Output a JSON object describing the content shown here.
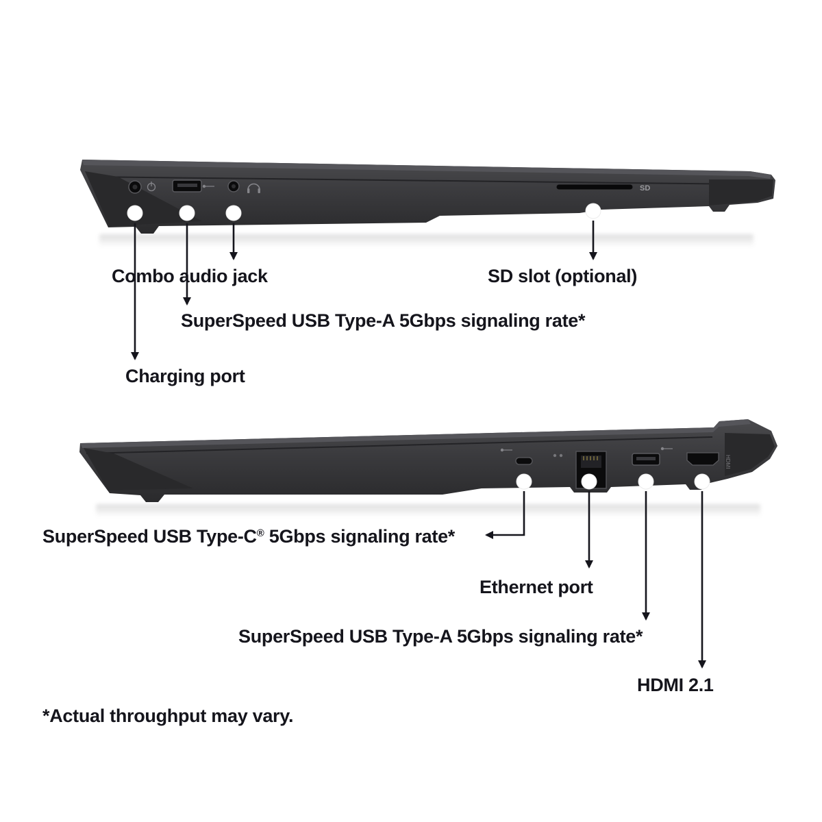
{
  "colors": {
    "text": "#15151c",
    "arrow": "#15151c",
    "laptop_light": "#4a4a4d",
    "laptop_mid": "#3a3a3d",
    "laptop_dark": "#2a2a2c",
    "port_black": "#0b0b0c",
    "dot": "#ffffff"
  },
  "views": {
    "left_side": {
      "callouts": [
        {
          "id": "combo-audio-jack",
          "label": "Combo audio jack"
        },
        {
          "id": "sd-slot",
          "label": "SD slot (optional)"
        },
        {
          "id": "usb-a",
          "label": "SuperSpeed USB Type-A 5Gbps signaling rate*"
        },
        {
          "id": "charging-port",
          "label": "Charging port"
        }
      ],
      "markings": {
        "sd": "SD"
      }
    },
    "right_side": {
      "callouts": [
        {
          "id": "usb-c",
          "label": "SuperSpeed USB Type-C® 5Gbps signaling rate*",
          "parts": {
            "before": "SuperSpeed USB Type-C",
            "sup": "®",
            "after": " 5Gbps signaling rate*"
          }
        },
        {
          "id": "ethernet",
          "label": "Ethernet port"
        },
        {
          "id": "usb-a",
          "label": "SuperSpeed USB Type-A 5Gbps signaling rate*"
        },
        {
          "id": "hdmi",
          "label": "HDMI 2.1"
        }
      ],
      "markings": {
        "hdmi": "HDMI"
      }
    }
  },
  "footnote": "*Actual throughput may vary."
}
